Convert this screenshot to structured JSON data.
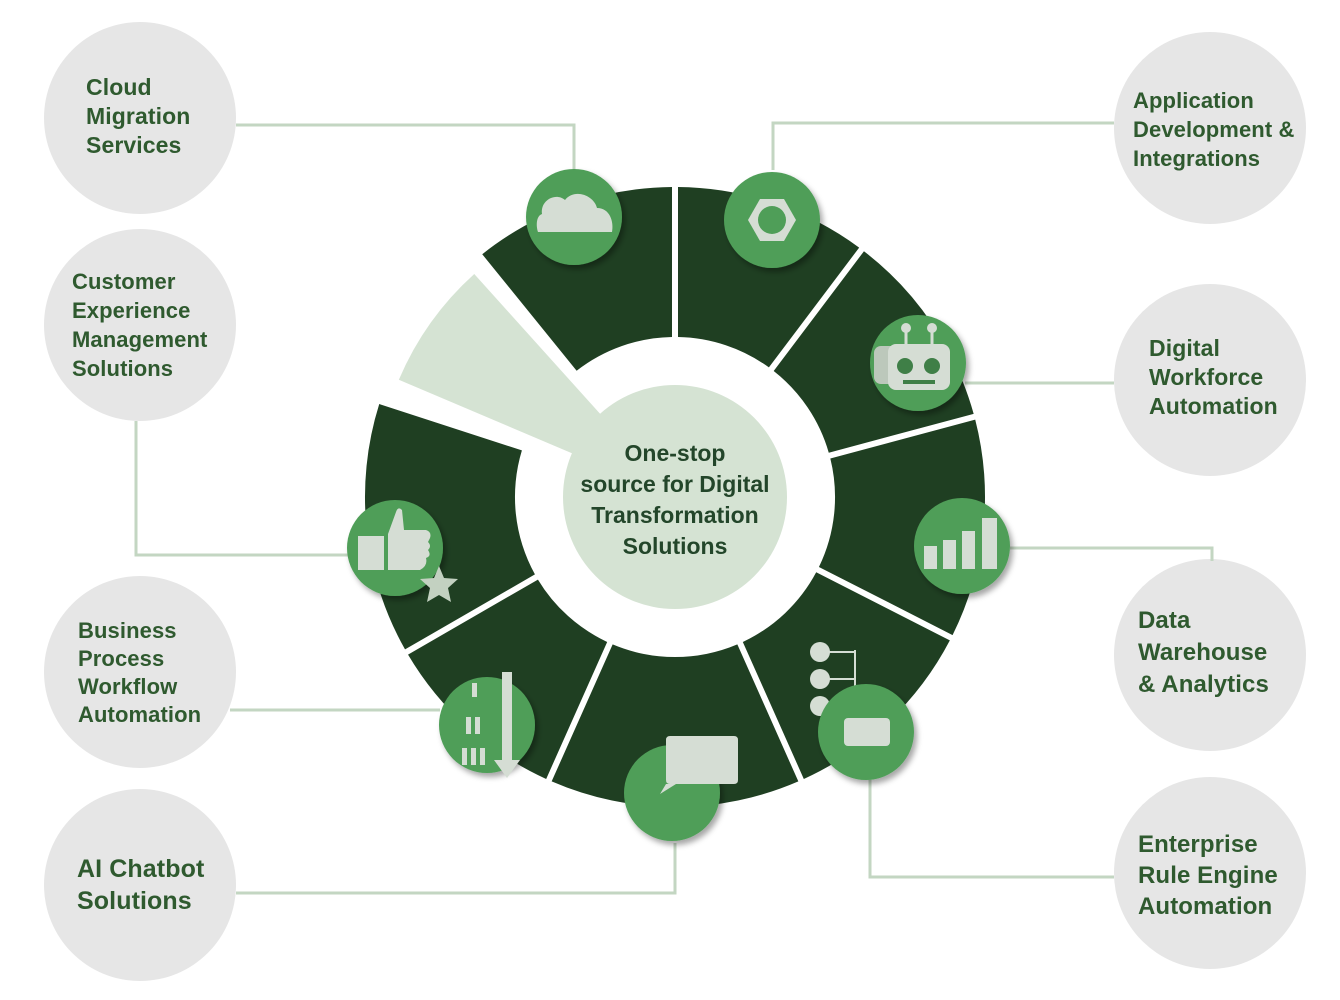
{
  "center": {
    "title": "One-stop\nsource for Digital\nTransformation\nSolutions"
  },
  "services": [
    {
      "id": "cloud",
      "label": "Cloud\nMigration\nServices",
      "icon": "cloud-icon"
    },
    {
      "id": "app-dev",
      "label": "Application\nDevelopment &\nIntegrations",
      "icon": "hex-nut-icon"
    },
    {
      "id": "digital-workforce",
      "label": "Digital\nWorkforce\nAutomation",
      "icon": "robot-icon"
    },
    {
      "id": "data-warehouse",
      "label": "Data\nWarehouse\n& Analytics",
      "icon": "bar-chart-icon"
    },
    {
      "id": "rule-engine",
      "label": "Enterprise\nRule Engine\nAutomation",
      "icon": "flow-tree-icon"
    },
    {
      "id": "ai-chatbot",
      "label": "AI Chatbot\nSolutions",
      "icon": "chat-bubble-icon"
    },
    {
      "id": "bpm",
      "label": "Business\nProcess\nWorkflow\nAutomation",
      "icon": "process-download-icon"
    },
    {
      "id": "cx",
      "label": "Customer\nExperience\nManagement\nSolutions",
      "icon": "thumbs-up-star-icon"
    }
  ],
  "colors": {
    "dark_segment": "#1f3f22",
    "light_segment": "#d5e3d3",
    "icon_circle": "#4f9e58",
    "icon_glyph": "#d5ddd4",
    "label_circle": "#e6e6e6",
    "connector": "#c3d6c2",
    "text": "#2f5a2f"
  }
}
